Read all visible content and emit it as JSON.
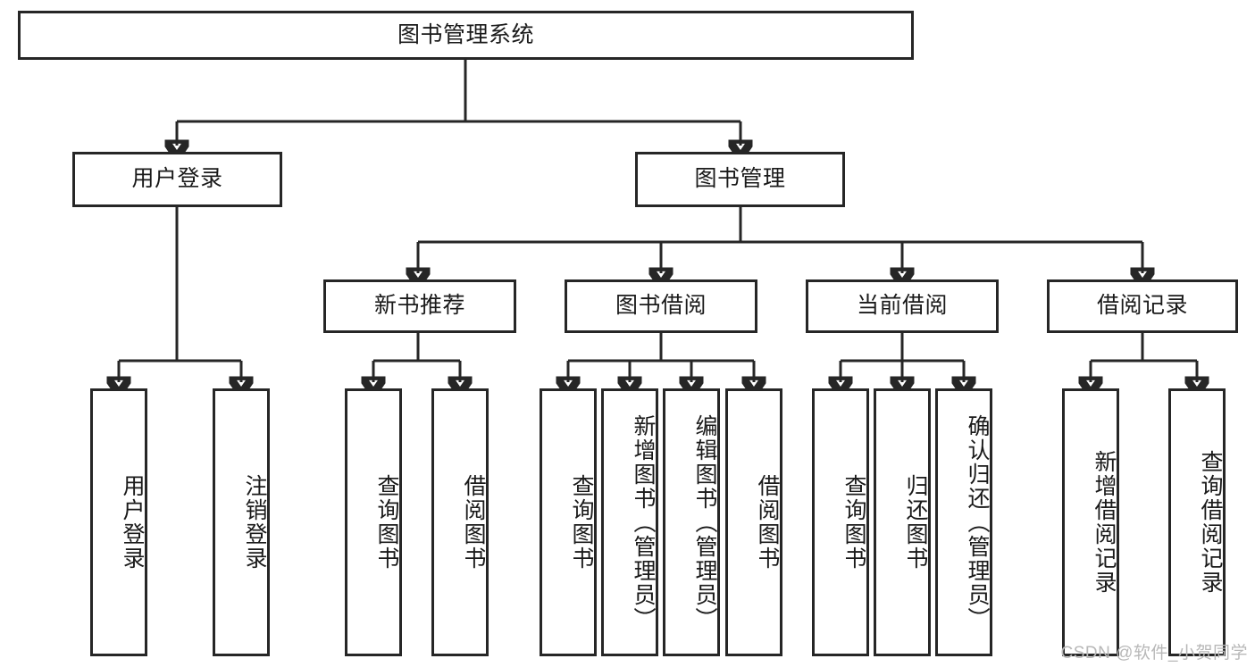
{
  "diagram": {
    "title": "图书管理系统",
    "type": "hierarchy-tree",
    "theme": {
      "border_color": "#262626",
      "background": "#ffffff",
      "text_color": "#1a1a1a",
      "watermark_color": "#b8b8b8"
    },
    "levels": {
      "root": {
        "label": "图书管理系统"
      },
      "level2": [
        {
          "label": "用户登录"
        },
        {
          "label": "图书管理"
        }
      ],
      "level3": [
        {
          "label": "新书推荐"
        },
        {
          "label": "图书借阅"
        },
        {
          "label": "当前借阅"
        },
        {
          "label": "借阅记录"
        }
      ],
      "leaves": {
        "user_login": [
          {
            "label": "用户登录"
          },
          {
            "label": "注销登录"
          }
        ],
        "new_book_recommend": [
          {
            "label": "查询图书"
          },
          {
            "label": "借阅图书"
          }
        ],
        "book_borrow": [
          {
            "label": "查询图书"
          },
          {
            "label": "新增图书（管理员）"
          },
          {
            "label": "编辑图书（管理员）"
          },
          {
            "label": "借阅图书"
          }
        ],
        "current_borrow": [
          {
            "label": "查询图书"
          },
          {
            "label": "归还图书"
          },
          {
            "label": "确认归还（管理员）"
          }
        ],
        "borrow_record": [
          {
            "label": "新增借阅记录"
          },
          {
            "label": "查询借阅记录"
          }
        ]
      }
    }
  },
  "watermark": {
    "text": "CSDN @软件_小贺同学"
  }
}
